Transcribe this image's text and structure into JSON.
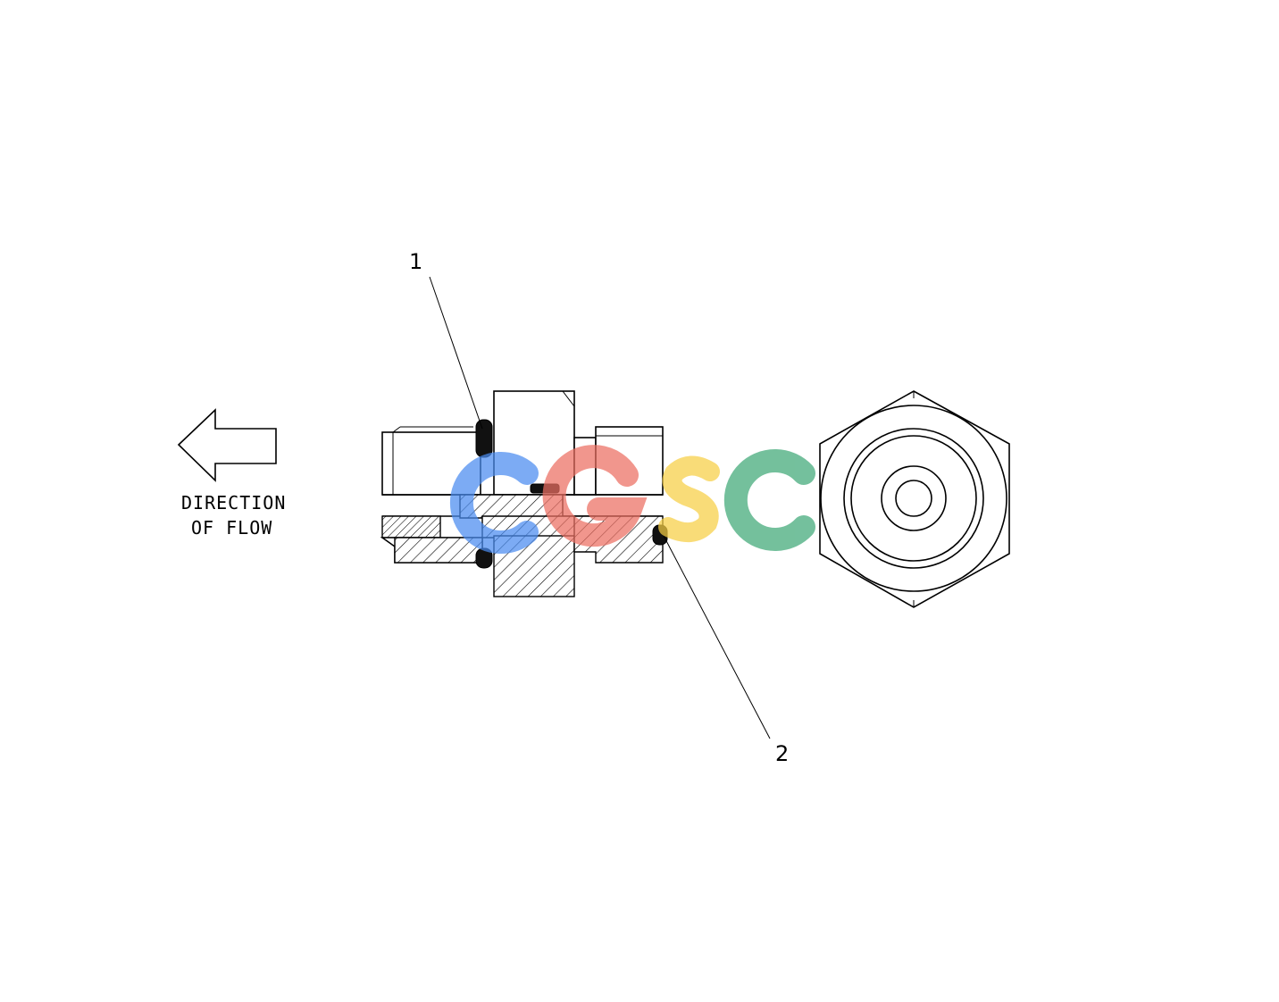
{
  "diagram": {
    "direction_label_line1": "DIRECTION",
    "direction_label_line2": "OF FLOW",
    "callouts": [
      {
        "id": "1"
      },
      {
        "id": "2"
      }
    ]
  },
  "watermark": {
    "text": "CGSC",
    "colors": {
      "c1": "#4a8cf0",
      "g": "#ec6f62",
      "s": "#f7cf45",
      "c2": "#3fa877"
    }
  }
}
